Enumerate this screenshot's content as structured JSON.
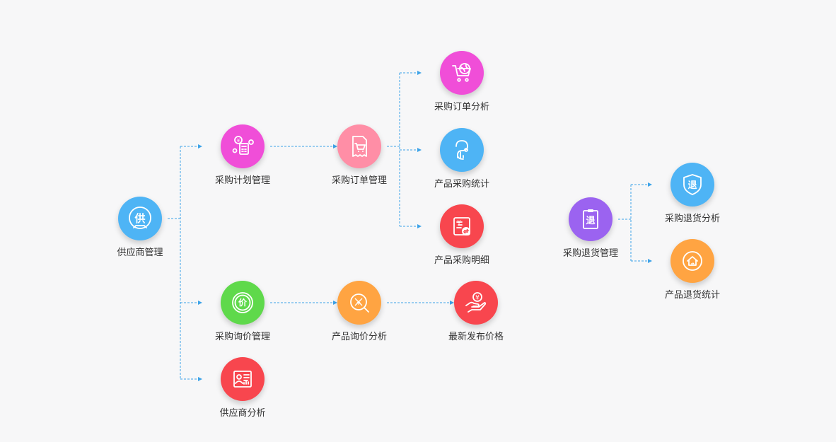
{
  "colors": {
    "connector": "#3da3e8",
    "text": "#333333",
    "background": "#f7f7f8"
  },
  "nodes": [
    {
      "id": "supplier_mgmt",
      "name": "supplier-management",
      "label": "供应商管理",
      "color": "#4eb4f5",
      "icon": "supplier-icon",
      "glyph": "供"
    },
    {
      "id": "purchase_plan",
      "name": "purchase-plan-management",
      "label": "采购计划管理",
      "color": "#f04ed8",
      "icon": "plan-calculator-icon",
      "glyph": ""
    },
    {
      "id": "purchase_order_mgmt",
      "name": "purchase-order-management",
      "label": "采购订单管理",
      "color": "#ff8ea6",
      "icon": "order-cart-icon",
      "glyph": ""
    },
    {
      "id": "purchase_order_analysis",
      "name": "purchase-order-analysis",
      "label": "采购订单分析",
      "color": "#f04ed8",
      "icon": "cart-globe-icon",
      "glyph": ""
    },
    {
      "id": "product_purchase_stats",
      "name": "product-purchase-statistics",
      "label": "产品采购统计",
      "color": "#4eb4f5",
      "icon": "stats-icon",
      "glyph": ""
    },
    {
      "id": "product_purchase_detail",
      "name": "product-purchase-detail",
      "label": "产品采购明细",
      "color": "#f8464e",
      "icon": "detail-icon",
      "glyph": ""
    },
    {
      "id": "inquiry_mgmt",
      "name": "purchase-inquiry-management",
      "label": "采购询价管理",
      "color": "#5fd94b",
      "icon": "price-icon",
      "glyph": "价"
    },
    {
      "id": "inquiry_analysis",
      "name": "product-inquiry-analysis",
      "label": "产品询价分析",
      "color": "#ffa442",
      "icon": "magnifier-icon",
      "glyph": ""
    },
    {
      "id": "latest_price",
      "name": "latest-published-price",
      "label": "最新发布价格",
      "color": "#f8464e",
      "icon": "hand-coin-icon",
      "glyph": "¥"
    },
    {
      "id": "supplier_analysis",
      "name": "supplier-analysis",
      "label": "供应商分析",
      "color": "#f8464e",
      "icon": "profile-card-icon",
      "glyph": ""
    },
    {
      "id": "return_mgmt",
      "name": "purchase-return-management",
      "label": "采购退货管理",
      "color": "#9b63f0",
      "icon": "clipboard-return-icon",
      "glyph": "退"
    },
    {
      "id": "return_analysis",
      "name": "purchase-return-analysis",
      "label": "采购退货分析",
      "color": "#4eb4f5",
      "icon": "shield-return-icon",
      "glyph": "退"
    },
    {
      "id": "return_stats",
      "name": "product-return-statistics",
      "label": "产品退货统计",
      "color": "#ffa442",
      "icon": "house-return-icon",
      "glyph": ""
    }
  ],
  "edges": [
    {
      "from": "supplier_mgmt",
      "to": "purchase_plan"
    },
    {
      "from": "supplier_mgmt",
      "to": "inquiry_mgmt"
    },
    {
      "from": "supplier_mgmt",
      "to": "supplier_analysis"
    },
    {
      "from": "purchase_plan",
      "to": "purchase_order_mgmt"
    },
    {
      "from": "purchase_order_mgmt",
      "to": "purchase_order_analysis"
    },
    {
      "from": "purchase_order_mgmt",
      "to": "product_purchase_stats"
    },
    {
      "from": "purchase_order_mgmt",
      "to": "product_purchase_detail"
    },
    {
      "from": "inquiry_mgmt",
      "to": "inquiry_analysis"
    },
    {
      "from": "inquiry_analysis",
      "to": "latest_price"
    },
    {
      "from": "return_mgmt",
      "to": "return_analysis"
    },
    {
      "from": "return_mgmt",
      "to": "return_stats"
    }
  ]
}
